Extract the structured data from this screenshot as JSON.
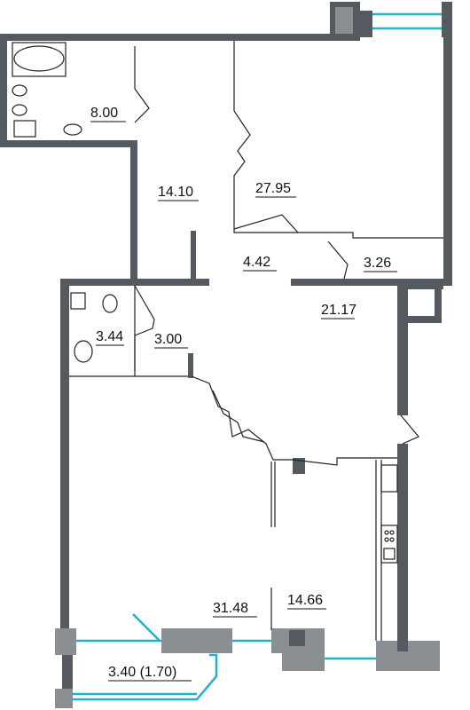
{
  "rooms": {
    "bathroom": "8.00",
    "hall": "14.10",
    "bedroom": "27.95",
    "corridor": "4.42",
    "closet": "3.26",
    "living_hall": "21.17",
    "wc": "3.44",
    "pantry": "3.00",
    "living": "31.48",
    "kitchen": "14.66",
    "balcony": "3.40 (1.70)"
  },
  "colors": {
    "wall": "#555a60",
    "window": "#1fb3c4"
  }
}
